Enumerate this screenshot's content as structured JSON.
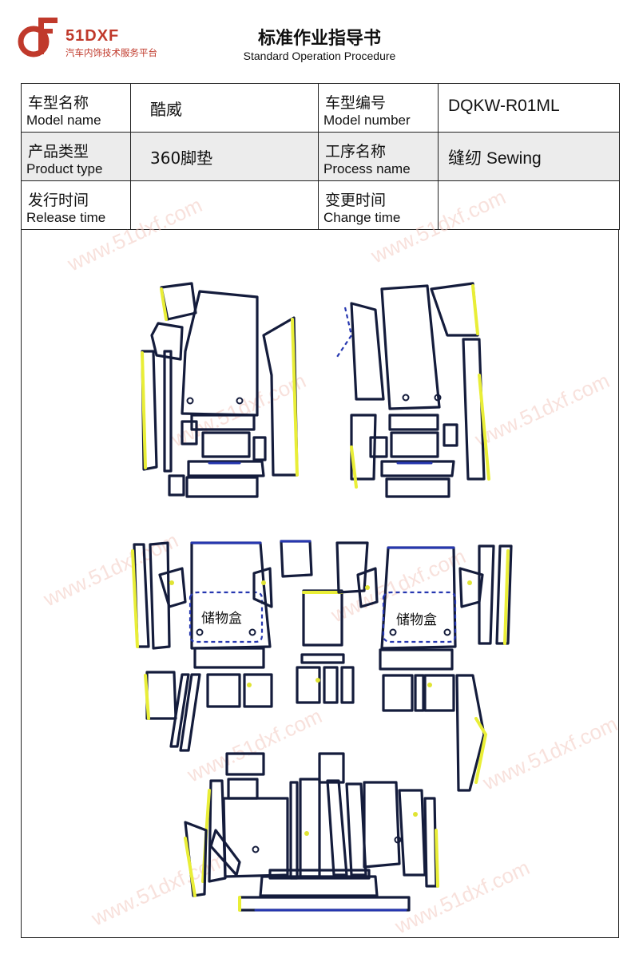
{
  "header": {
    "logo_text": "51DXF",
    "logo_subtitle": "汽车内饰技术服务平台",
    "title": "标准作业指导书",
    "subtitle": "Standard Operation Procedure"
  },
  "info_table": {
    "row1": {
      "label1_zh": "车型名称",
      "label1_en": "Model name",
      "value1": "酷威",
      "label2_zh": "车型编号",
      "label2_en": "Model number",
      "value2": "DQKW-R01ML"
    },
    "row2": {
      "label1_zh": "产品类型",
      "label1_en": "Product type",
      "value1": "360脚垫",
      "label2_zh": "工序名称",
      "label2_en": "Process name",
      "value2": "缝纫 Sewing"
    },
    "row3": {
      "label1_zh": "发行时间",
      "label1_en": "Release time",
      "value1": "",
      "label2_zh": "变更时间",
      "label2_en": "Change time",
      "value2": ""
    }
  },
  "diagram": {
    "storage_box_label_left": "储物盒",
    "storage_box_label_right": "储物盒",
    "watermark": "www.51dxf.com"
  },
  "colors": {
    "brand": "#c0392b",
    "outline": "#141c3c",
    "edge_yellow": "#e9ee37",
    "edge_blue": "#2637b0"
  }
}
